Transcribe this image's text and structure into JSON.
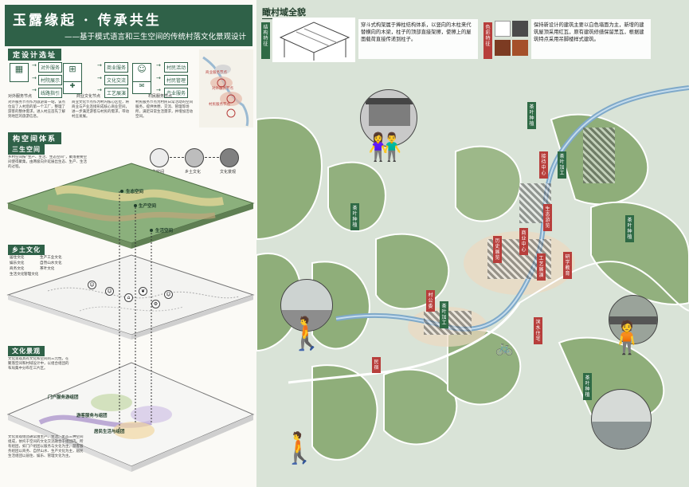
{
  "header": {
    "title": "玉露缘起 · 传承共生",
    "subtitle": "——基于模式语言和三生空间的传统村落文化景观设计"
  },
  "site_selection": {
    "title": "定设计选址",
    "nodes": [
      "对外服务",
      "村院展示",
      "线路指引",
      "商业服务",
      "文化交流",
      "工艺展演",
      "村民活动",
      "村民管理",
      "产业服务"
    ],
    "col_labels": [
      "对外服务节点",
      "商业文化节点",
      "村民服务节点"
    ],
    "map_labels": [
      "商业服务节点",
      "对外服务节点",
      "村民服务节点"
    ],
    "paragraphs": [
      [
        "对外服务节点作为旅游第一站，该点位设了入村后的第一个工厂，整理了游客的整体需求，进入村庄首先了解到地区的旅游信息。"
      ],
      [
        "商业文化节点作为村内核心区位，将商业与产业连接形成核心商业空间，进一步满足游客与村民的需求，带动村庄发展。"
      ],
      [
        "村民服务节点为村民日常活动的空间服务，提供休憩、交流、管理等场所，满足日常生活需求，并增加活动空间。"
      ]
    ]
  },
  "spatial_system": {
    "title": "构空间体系",
    "three_life": {
      "title": "三生空间",
      "desc": [
        "乡村空间按“生产、生活、生态空间”，聚落重要空间使得聚集，由两极向外延展出生态、生产、生活的过程。"
      ],
      "layer_labels": [
        "生态空间",
        "生产空间",
        "生活空间"
      ]
    },
    "circles": [
      "三生空间",
      "乡土文化",
      "文化景观"
    ],
    "rural_culture": {
      "title": "乡土文化",
      "legend": [
        "居住文化",
        "娱乐文化",
        "商务文化",
        "生活文化",
        "管理文化",
        "生产工业文化",
        "自然山水文化",
        "茶叶文化"
      ]
    },
    "cultural_landscape": {
      "title": "文化景观",
      "desc": [
        "文化景观具有文化和空间的三元性。在聚落空间和村域设计中，以组合组团的布局集中分布在三片区。"
      ],
      "ring_labels": [
        "门户服务游组团",
        "游客服务与组团",
        "居民生活与组团"
      ],
      "bottom_desc": [
        "文化景观组团通常由生产、生活、生态三种空间组成，依托于空间的文化交流融合于组团内。所有组团，如门户组团以服务与文化为主，游客服务组团以商务、自然山水、生产文化为主，居民生活组团以居住、娱乐、管理文化为主。"
      ]
    }
  },
  "overview": {
    "title": "瞰村域全貌",
    "structure_tag": "结构特征",
    "color_tag": "色彩特征",
    "structure_text": [
      "穿斗式构架属于捧柱结构体系，以竖向的木柱来代替横向的木梁，柱子的顶部直接架擦，使擦上的屋面载荷直接传递到柱子。"
    ],
    "color_text": [
      "保持新设计的建筑主要以白色墙面为主，新增的建筑屋顶采用红瓦，原有建筑修缮保留黑瓦，根据建筑特点采用吊脚楼样式建筑。"
    ],
    "tags": {
      "red": [
        "接待中心",
        "生态游览",
        "商业中心",
        "工艺展演",
        "历史展览",
        "研学教育",
        "村公委",
        "滨水住宅",
        "民宿"
      ],
      "green": [
        "茶叶种植",
        "茶叶加工",
        "茶叶种植",
        "茶叶种植",
        "茶叶加工",
        "茶叶种植"
      ]
    },
    "colors": {
      "accent": "#2f6148",
      "tag_red": "#b73e3b",
      "tag_green": "#2f6a45",
      "field": "#8fae7a",
      "river": "#7fa9c9"
    }
  }
}
